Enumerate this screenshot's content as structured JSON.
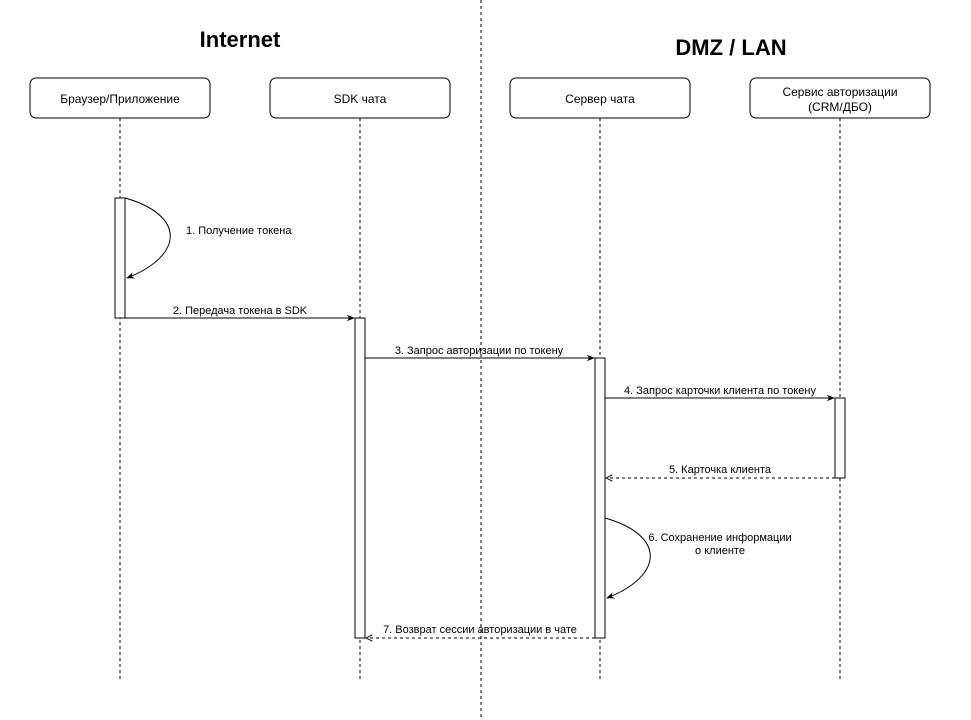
{
  "zones": {
    "internet": "Internet",
    "dmz": "DMZ / LAN"
  },
  "participants": [
    {
      "id": "browser",
      "lines": [
        "Браузер/Приложение"
      ]
    },
    {
      "id": "sdk",
      "lines": [
        "SDK чата"
      ]
    },
    {
      "id": "server",
      "lines": [
        "Сервер чата"
      ]
    },
    {
      "id": "auth",
      "lines": [
        "Сервис авторизации",
        "(CRM/ДБО)"
      ]
    }
  ],
  "messages": [
    {
      "id": "m1",
      "lines": [
        "1. Получение токена"
      ],
      "type": "self"
    },
    {
      "id": "m2",
      "lines": [
        "2. Передача токена в SDK"
      ],
      "type": "sync"
    },
    {
      "id": "m3",
      "lines": [
        "3. Запрос авторизации по токену"
      ],
      "type": "sync"
    },
    {
      "id": "m4",
      "lines": [
        "4. Запрос карточки клиента по токену"
      ],
      "type": "sync"
    },
    {
      "id": "m5",
      "lines": [
        "5. Карточка клиента"
      ],
      "type": "return"
    },
    {
      "id": "m6",
      "lines": [
        "6. Сохранение информации",
        "о клиенте"
      ],
      "type": "self"
    },
    {
      "id": "m7",
      "lines": [
        "7. Возврат сессии авторизации в чате"
      ],
      "type": "return"
    }
  ]
}
